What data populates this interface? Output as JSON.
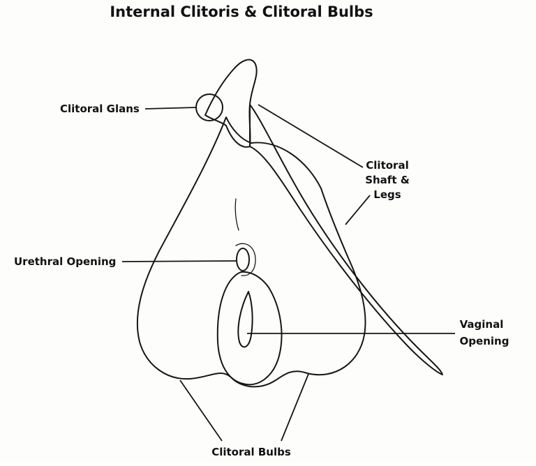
{
  "title": "Internal Clitoris & Clitoral Bulbs",
  "labels": {
    "glans": "Clitoral Glans",
    "shaft_line1": "Clitoral",
    "shaft_line2": "Shaft &",
    "shaft_line3": "Legs",
    "urethral": "Urethral Opening",
    "vaginal_line1": "Vaginal",
    "vaginal_line2": "Opening",
    "bulbs": "Clitoral Bulbs"
  }
}
